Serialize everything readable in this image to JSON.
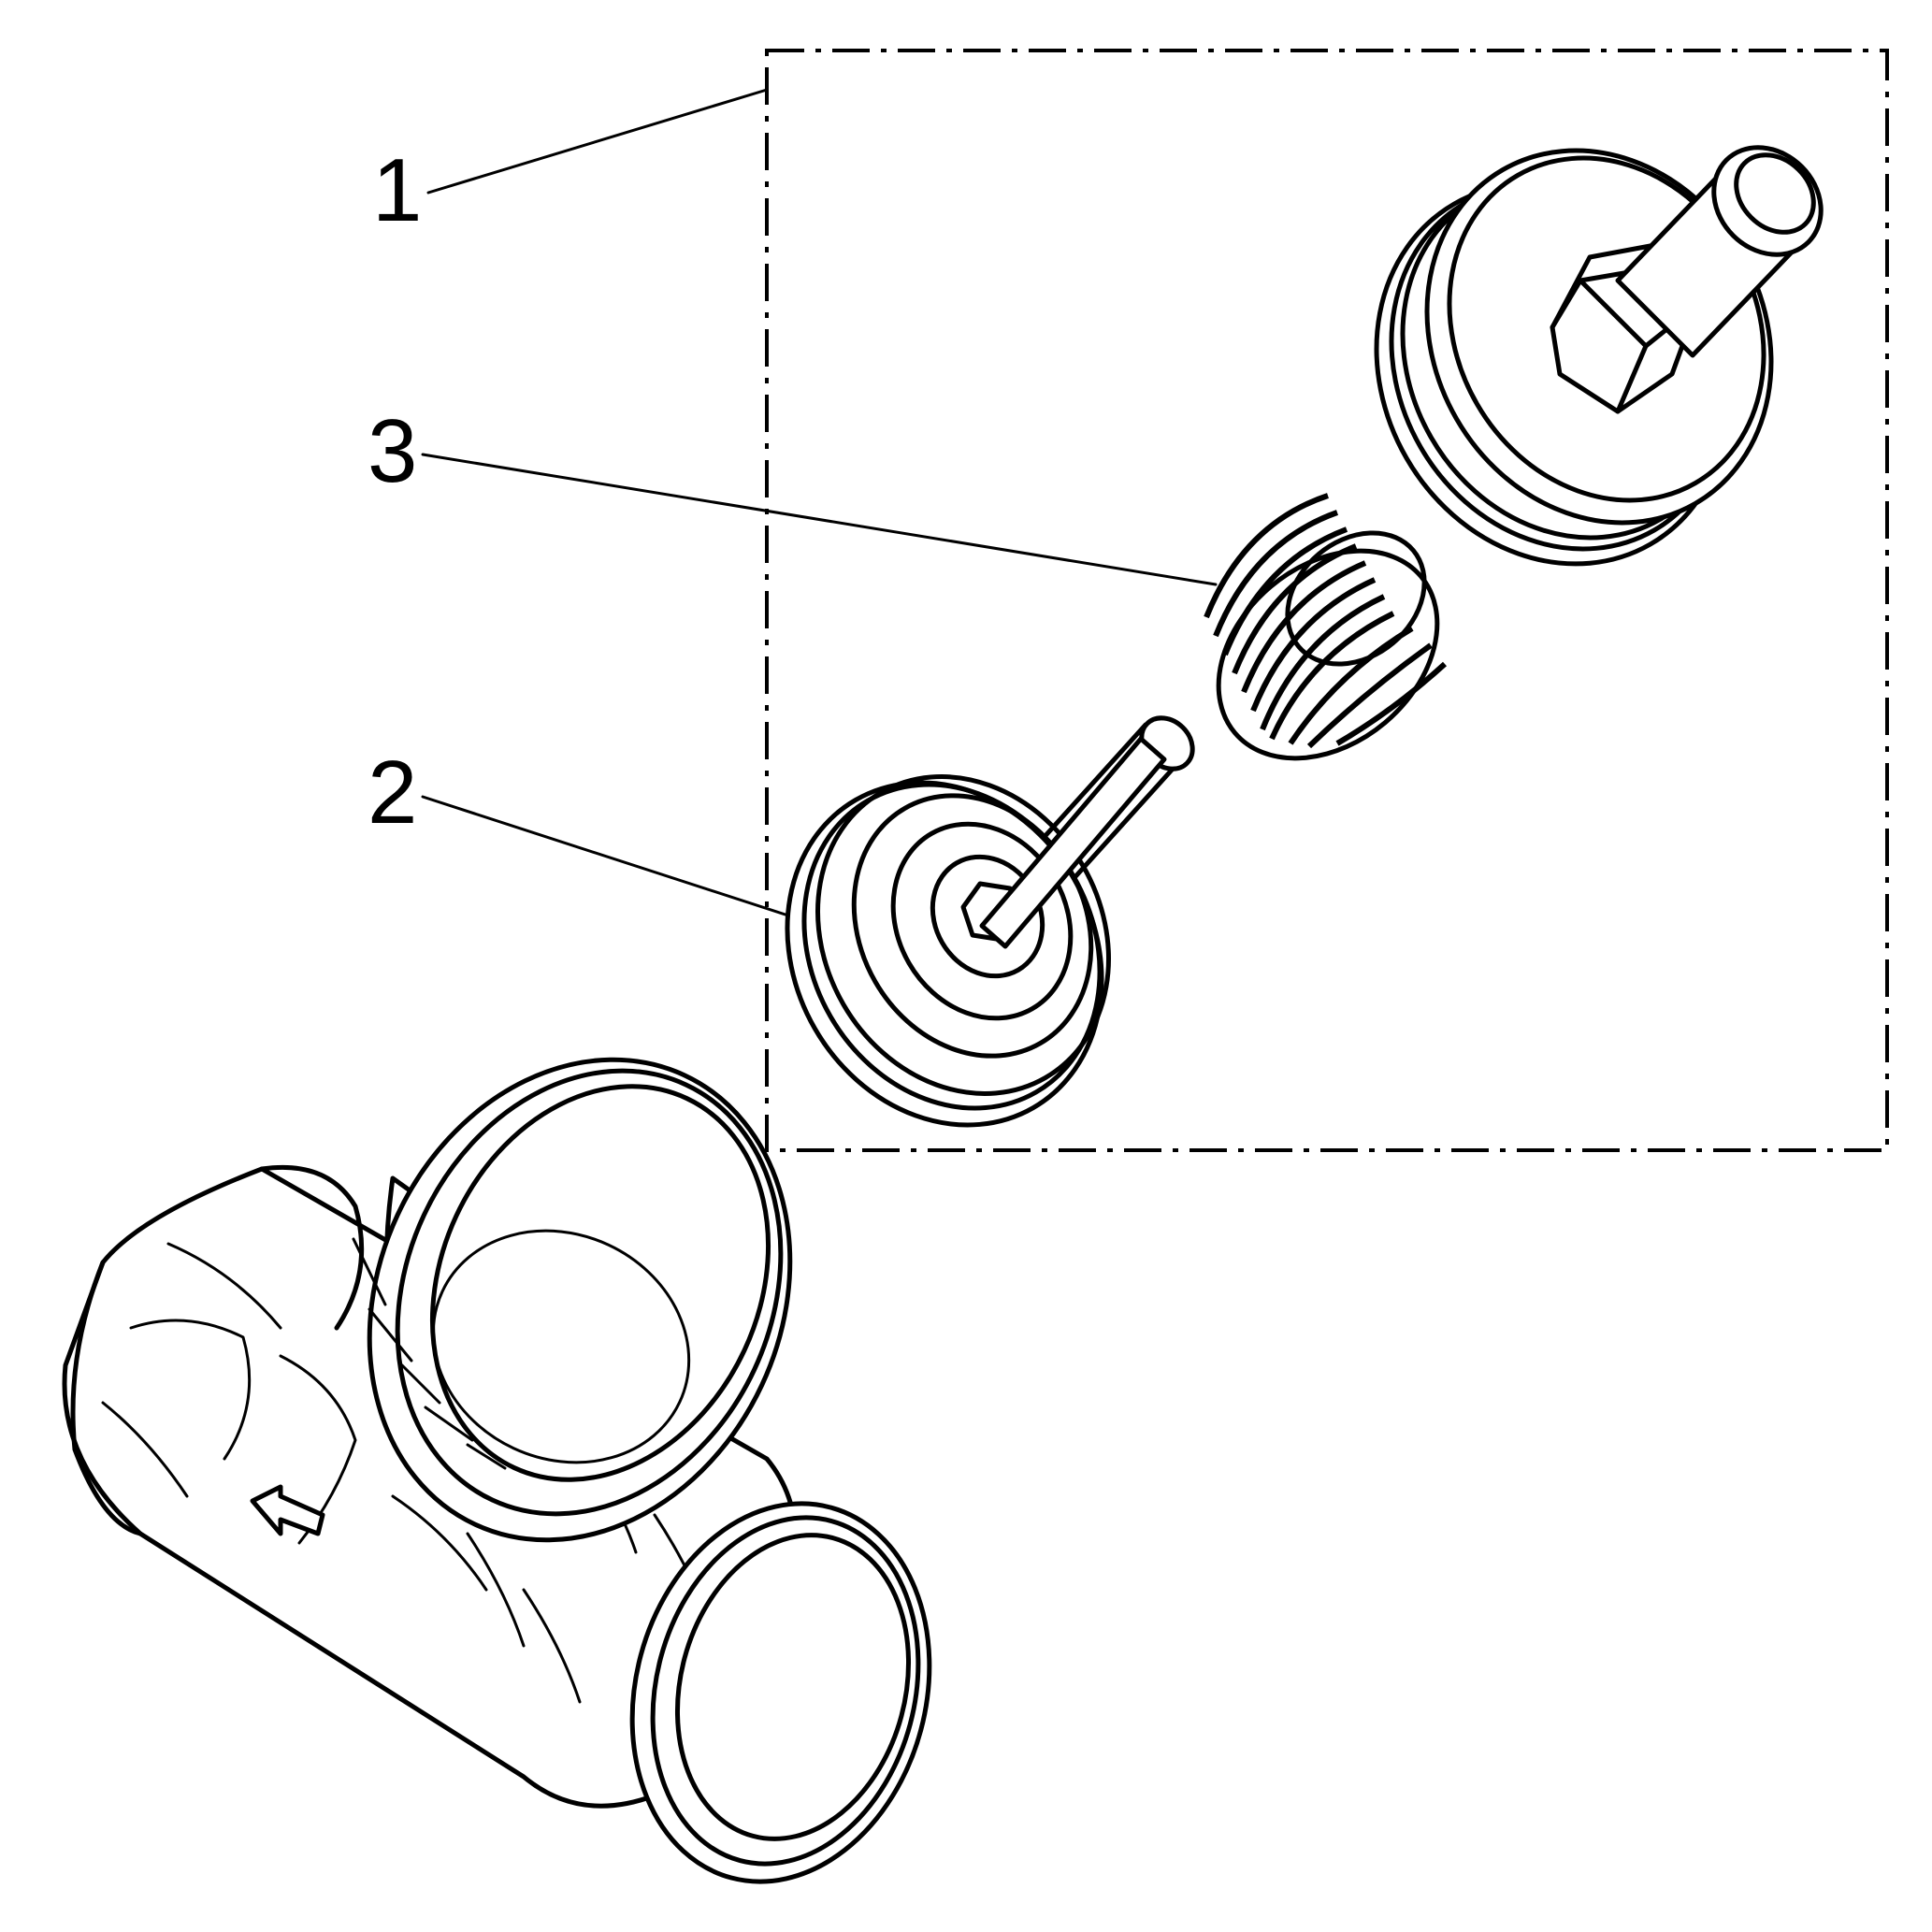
{
  "callouts": [
    {
      "id": "1",
      "label": "1"
    },
    {
      "id": "3",
      "label": "3"
    },
    {
      "id": "2",
      "label": "2"
    }
  ],
  "colors": {
    "line": "#000000",
    "background": "#ffffff"
  },
  "parts": [
    "assembly-group",
    "bonnet-cap",
    "spring",
    "valve-disc",
    "tee-body"
  ]
}
